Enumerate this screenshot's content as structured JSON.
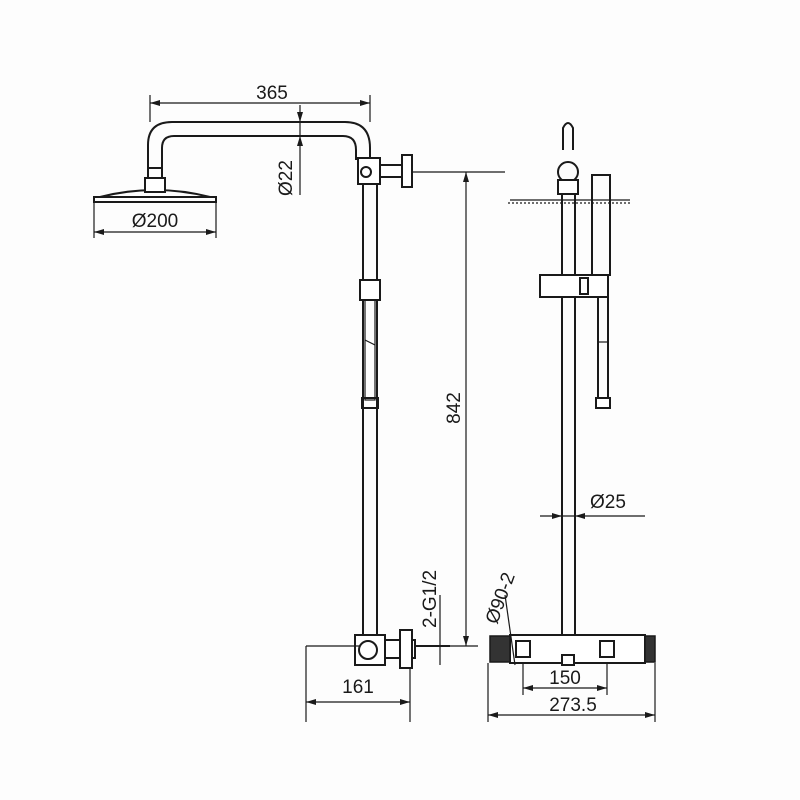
{
  "drawing": {
    "dimensions": {
      "arm_length": "365",
      "arm_diameter": "Ø22",
      "head_diameter": "Ø200",
      "height": "842",
      "inlet_thread": "2-G1/2",
      "wall_offset": "161",
      "riser_diameter": "Ø25",
      "inlet_angle": "Ø90-2",
      "center_spacing": "150",
      "mixer_width": "273.5"
    }
  }
}
